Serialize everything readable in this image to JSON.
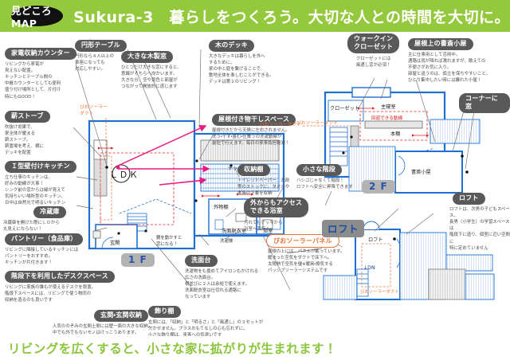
{
  "header": {
    "badge": "見どころMAP",
    "title": "Sukura-3　暮らしをつくろう。大切な人との時間を大切に。",
    "bg_color": "#95c93d"
  },
  "footer": {
    "text": "リビングを広くすると、小さな家に拡がりが生まれます！",
    "color": "#8cc63e"
  },
  "callouts": [
    {
      "id": "kaden-counter",
      "tag": "家電収納カウンター",
      "desc": "リビングから家電が\n見えない配置。\nキッチンとテーブル間の\n中継カウンターとしても便利\n盛り付け場所として、片付け\n時にもGOOD！"
    },
    {
      "id": "maki-stove",
      "tag": "薪ストーブ",
      "desc": "吹抜け効果で、\n家全体が暖まる\n薪ストーブ。\n薪置場を考え、横に\nデッキを配置"
    },
    {
      "id": "kitchen",
      "tag": "Ｉ型壁付けキッチン",
      "desc": "立ち仕事のキッチンは、\n好みの動線が大事！\nシンク前の窓からは緑が見えて\n気持ちいい場所型のキッチン。\n日中は自然光で明るいキッチン"
    },
    {
      "id": "fridge",
      "tag": "冷蔵庫",
      "desc": "冷蔵庫を開けた際にＬＤから\n丸見えにならない！"
    },
    {
      "id": "pantry",
      "tag": "パントリー（食品庫）",
      "desc": "リビングに隣接しているキッチンには\nパントリーをおすすめ。\nキッチンが片付きます！"
    },
    {
      "id": "desk-space",
      "tag": "階段下を利用したデスクスペース",
      "desc": "リビングに家族の誰もが使えるデスクを設置。\n階段下スペースには、リビングで使う物同の\n収納を造るのも良いです"
    },
    {
      "id": "genkan",
      "tag": "玄関・玄関収納",
      "desc": "人気ののぞみの玄関土間には壁一面の大きな収納。\n中でも外でもないモノはけっこうあります。\n非常持ち出し用品もこちらで整理！"
    },
    {
      "id": "kazari-dana",
      "tag": "飾り棚",
      "desc": "玄関には、「収納」と「明るさ」と「風通し」の３セットが\n欠かせません。プラスおもてなしの心も忘れずに。\n小さな飾り棚は、来客への気遣いです"
    },
    {
      "id": "round-table",
      "tag": "円形テーブル",
      "desc": "円形なら４人以上の\n車座になっても\n対応しやすい。"
    },
    {
      "id": "big-window",
      "tag": "大きな木製窓",
      "desc": "ひとつだけ大きな窓にすると、\n意識がそちらへ向かいます。\n大きな分、空や景色と部屋が\nつながって開放的に感じます"
    },
    {
      "id": "wood-deck",
      "tag": "木のデッキ",
      "desc": "大きなデッキは暮らしを外へ\nするために。\n家の中と庭を繋げることで、\n敷地全体を楽しむことができる。\nデッキは第２のリビング！"
    },
    {
      "id": "monohoshi",
      "tag": "屋根付き物干しスペース",
      "desc": "屋根付きだから天候に左右されません。\n洗う・干す・畳む・仕舞うの洗濯動線が\n最短で行えます。毎日の家事負担軽減！"
    },
    {
      "id": "shelf",
      "tag": "収納棚",
      "desc": "トイレットペーパー、洗剤\n等のストックに。タオルや\n家族の下着を収納"
    },
    {
      "id": "outside-bath",
      "tag": "外からもアクセス\nできる浴室",
      "desc": "汚れてもデッキから\n浴室へ直行！"
    },
    {
      "id": "small-stair",
      "tag": "小さな階段",
      "desc": "ハシゴじゃなくて階段！\nロフトへ安全に昇降できます"
    },
    {
      "id": "senmendai",
      "tag": "洗面台",
      "desc": "洗濯物をも畳めてアイロンもかけれる\n広さの洗面台。\n横並びに２人は余裕で使えます。\n洗面脱衣室は仕切れる通路に\nなっています"
    },
    {
      "id": "walkin-closet",
      "tag": "ウォークイン\nクローゼット",
      "desc": "クローゼットには\n風通し窓が必須！"
    },
    {
      "id": "rooftop-study",
      "tag": "屋根上の書斎小屋",
      "desc": "主に仕事用として活用中。\n通路は雨が降れば濡れますが、敢えての\n不便さがお気に入り。\n部屋と違うのは、孤立を保ちやすいこと。\nひとり集中したい時には離れた小屋！"
    },
    {
      "id": "corner-window",
      "tag": "コーナーに窓"
    },
    {
      "id": "loft",
      "tag": "ロフト",
      "desc": "ロフトは、次男の子どもスペース。\n長男（小学生）の学習スペースは\n階段下に造り、個室に近い空間に\n特に定めていません"
    }
  ],
  "solar": {
    "panel_badge": "びおソーラーパネル",
    "panel_desc": "屋根の上には、パネルが載っています。\n暖まった空気をダクトで床下へ。\n太陽熱で空気を優※暖房・換気する\nパッシブソーラーシステムです",
    "duct_label_plan1": "びおソーラー\nダクト",
    "duct_label_2f": "びおソーラーダクト",
    "duct_label_loft": "びおソーラーダクト",
    "duct_label_center": "びおソーラーダクト"
  },
  "floor_badges": {
    "f1": "1 F",
    "f2": "2 F",
    "loft": "ロフト"
  },
  "plan_labels": {
    "ldk": "ＬＤＫ",
    "deck": "デッキ",
    "genkan": "玄関",
    "senmen": "洗面脱衣室",
    "yokushitsu": "浴室",
    "sotoshuno": "外物棚",
    "sentakuki": "洗濯機",
    "closet": "クローゼット",
    "shushinshitsu": "主寝室",
    "kaiyu": "回遊できる動線",
    "hondana": "本棚",
    "fukinuke": "吹抜",
    "updn_2f": "↑UP　DN",
    "loft_room": "ロフト",
    "loft_dn": "↓DN",
    "shosai": "書斎小屋",
    "mirror_note": "鏡を動かすと\n窓になる！"
  },
  "colors": {
    "brand_green": "#95c93d",
    "tag_gray": "#595959",
    "plan_blue": "#1f6fd0",
    "accent_pink": "#e8197f",
    "accent_orange": "#e8743a",
    "accent_red": "#e02020"
  }
}
